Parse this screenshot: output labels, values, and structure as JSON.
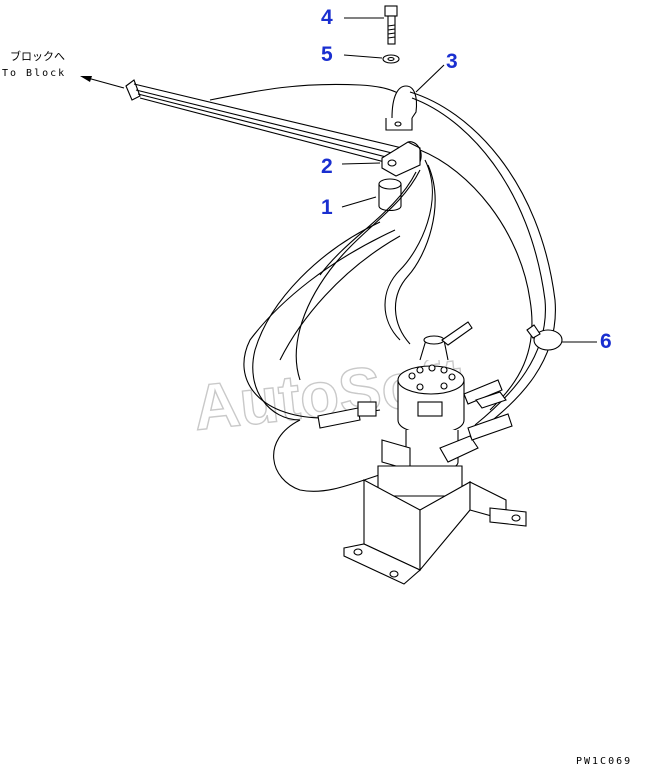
{
  "diagram": {
    "destination_label_jp": "ブロックへ",
    "destination_label_en": "To Block",
    "watermark": "AutoSoft",
    "drawing_code": "PW1C069",
    "callouts": [
      {
        "id": "c1",
        "number": "1"
      },
      {
        "id": "c2",
        "number": "2"
      },
      {
        "id": "c3",
        "number": "3"
      },
      {
        "id": "c4",
        "number": "4"
      },
      {
        "id": "c5",
        "number": "5"
      },
      {
        "id": "c6",
        "number": "6"
      }
    ],
    "callout_color": "#1a2fd0"
  }
}
